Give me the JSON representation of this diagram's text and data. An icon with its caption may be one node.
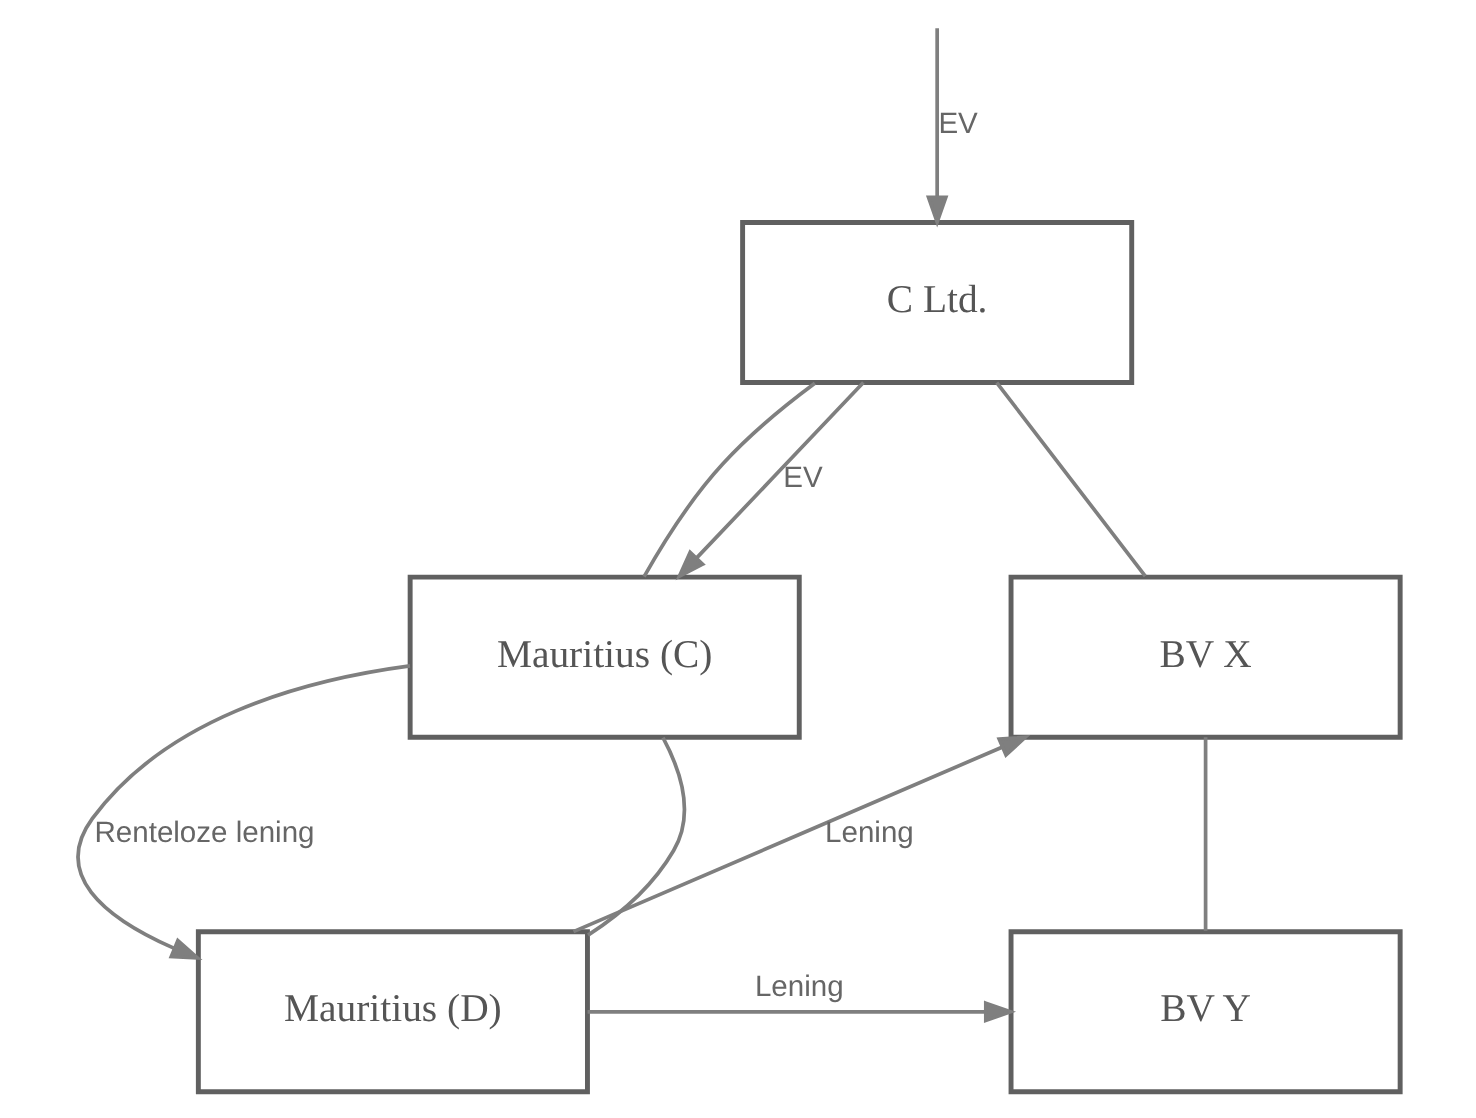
{
  "diagram": {
    "nodes": [
      {
        "text": [
          "C Ltd."
        ]
      },
      {
        "text": [
          "BV X"
        ]
      },
      {
        "text": [
          "Mauritius (C)"
        ]
      },
      {
        "text": [
          "BV Y"
        ]
      },
      {
        "text": [
          "Mauritius (D)"
        ]
      }
    ],
    "edges": [
      {
        "from": null,
        "to": 0,
        "arrow": "to",
        "label": "EV"
      },
      {
        "from": 0,
        "to": 1,
        "arrow": "none"
      },
      {
        "from": 0,
        "to": 2,
        "arrow": "none"
      },
      {
        "from": 0,
        "to": 2,
        "arrow": "to",
        "label": "EV"
      },
      {
        "from": 1,
        "to": 3,
        "arrow": "none"
      },
      {
        "from": 2,
        "to": 4,
        "arrow": "none"
      },
      {
        "from": 2,
        "to": 4,
        "arrow": "to",
        "label": "Renteloze lening"
      },
      {
        "from": 4,
        "to": 1,
        "arrow": "to",
        "label": "Lening"
      },
      {
        "from": 4,
        "to": 3,
        "arrow": "to",
        "label": "Lening"
      }
    ]
  }
}
